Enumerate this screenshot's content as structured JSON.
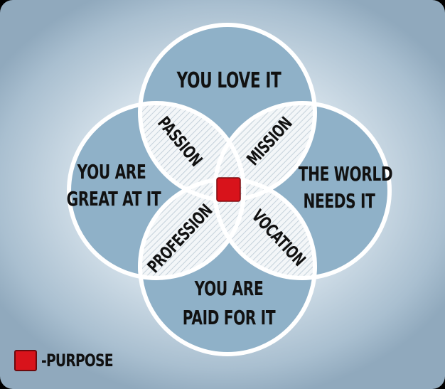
{
  "circles": {
    "top": [
      "YOU LOVE IT"
    ],
    "left": [
      "YOU ARE",
      "GREAT AT IT"
    ],
    "right": [
      "THE WORLD",
      "NEEDS IT"
    ],
    "bottom": [
      "YOU ARE",
      "PAID FOR IT"
    ]
  },
  "overlaps": {
    "passion": "PASSION",
    "mission": "MISSION",
    "profession": "PROFESSION",
    "vocation": "VOCATION"
  },
  "legend": {
    "label": "-PURPOSE"
  },
  "colors": {
    "circle_fill": "#8fb1c8",
    "circle_stroke": "#ffffff",
    "purpose": "#d8131b",
    "text": "#111111"
  }
}
